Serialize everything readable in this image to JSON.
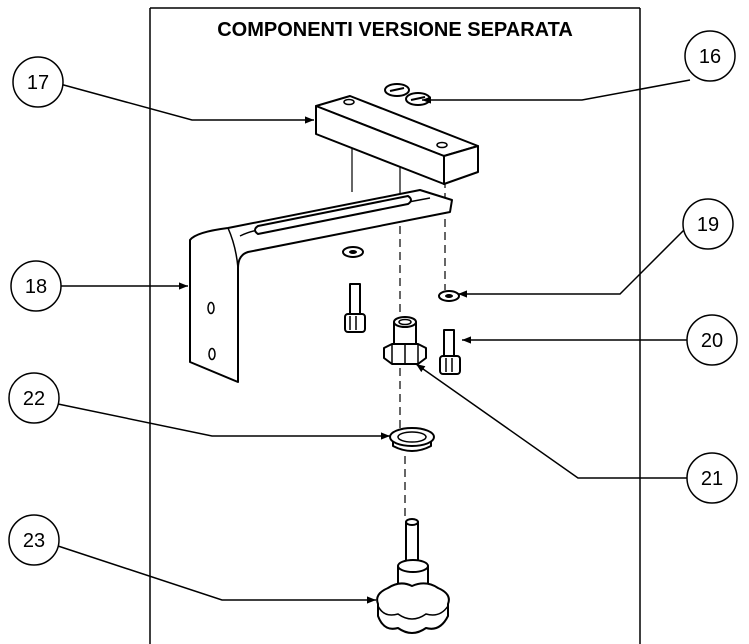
{
  "title": "COMPONENTI VERSIONE SEPARATA",
  "colors": {
    "ink": "#000000",
    "paper": "#ffffff"
  },
  "callouts": [
    {
      "id": "c16",
      "label": "16"
    },
    {
      "id": "c17",
      "label": "17"
    },
    {
      "id": "c18",
      "label": "18"
    },
    {
      "id": "c19",
      "label": "19"
    },
    {
      "id": "c20",
      "label": "20"
    },
    {
      "id": "c21",
      "label": "21"
    },
    {
      "id": "c22",
      "label": "22"
    },
    {
      "id": "c23",
      "label": "23"
    }
  ]
}
